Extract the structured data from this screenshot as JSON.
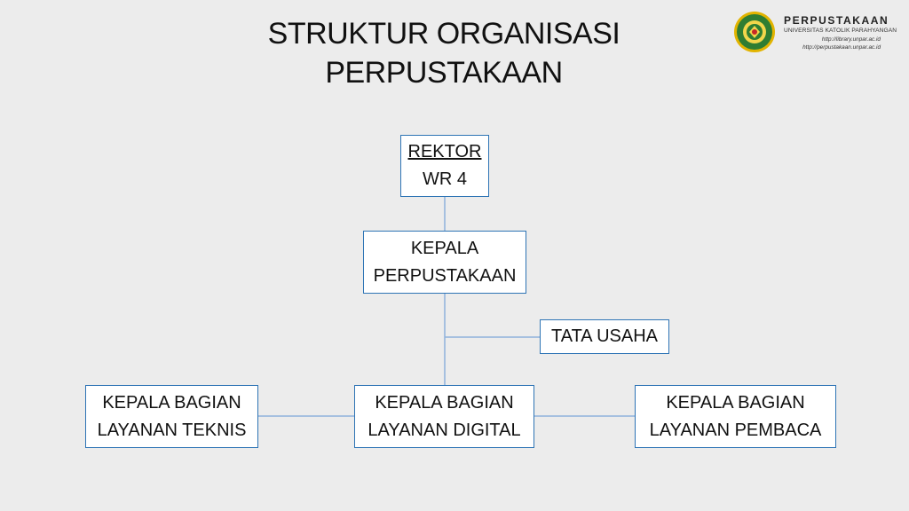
{
  "title": {
    "line1": "STRUKTUR ORGANISASI",
    "line2": "PERPUSTAKAAN"
  },
  "logo": {
    "brand": "PERPUSTAKAAN",
    "subtitle": "UNIVERSITAS KATOLIK PARAHYANGAN",
    "url1": "http://library.unpar.ac.id",
    "url2": "http://perpustakaan.unpar.ac.id",
    "seal_colors": {
      "ring": "#2f7d32",
      "rim": "#e2b400",
      "center": "#f2d64b"
    }
  },
  "colors": {
    "box_border": "#2e74b5",
    "connector": "#8fb2dc",
    "background": "#ececec"
  },
  "nodes": {
    "rektor": {
      "line1": "REKTOR",
      "line2": "WR 4"
    },
    "kepala": {
      "line1": "KEPALA",
      "line2": "PERPUSTAKAAN"
    },
    "tata_usaha": {
      "label": "TATA USAHA"
    },
    "teknis": {
      "line1": "KEPALA BAGIAN",
      "line2": "LAYANAN TEKNIS"
    },
    "digital": {
      "line1": "KEPALA BAGIAN",
      "line2": "LAYANAN DIGITAL"
    },
    "pembaca": {
      "line1": "KEPALA BAGIAN",
      "line2": "LAYANAN PEMBACA"
    }
  }
}
